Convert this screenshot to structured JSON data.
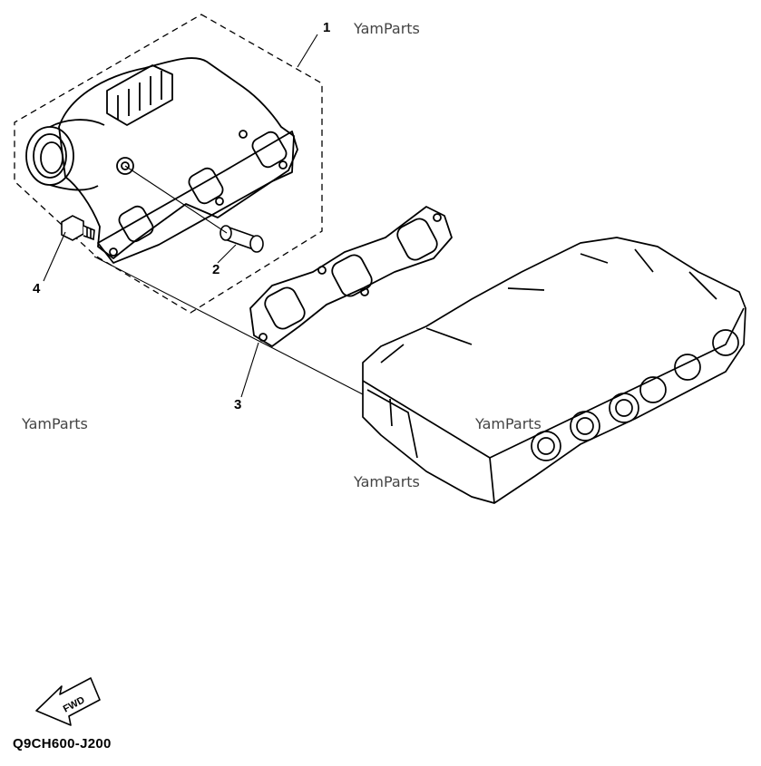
{
  "callouts": {
    "p1": "1",
    "p2": "2",
    "p3": "3",
    "p4": "4"
  },
  "watermarks": {
    "w1": "YamParts",
    "w2": "YamParts",
    "w3": "YamParts",
    "w4": "YamParts"
  },
  "fwd_label": "FWD",
  "diagram_code": "Q9CH600-J200",
  "colors": {
    "line": "#000000",
    "watermark": "#444444",
    "background": "#ffffff"
  }
}
